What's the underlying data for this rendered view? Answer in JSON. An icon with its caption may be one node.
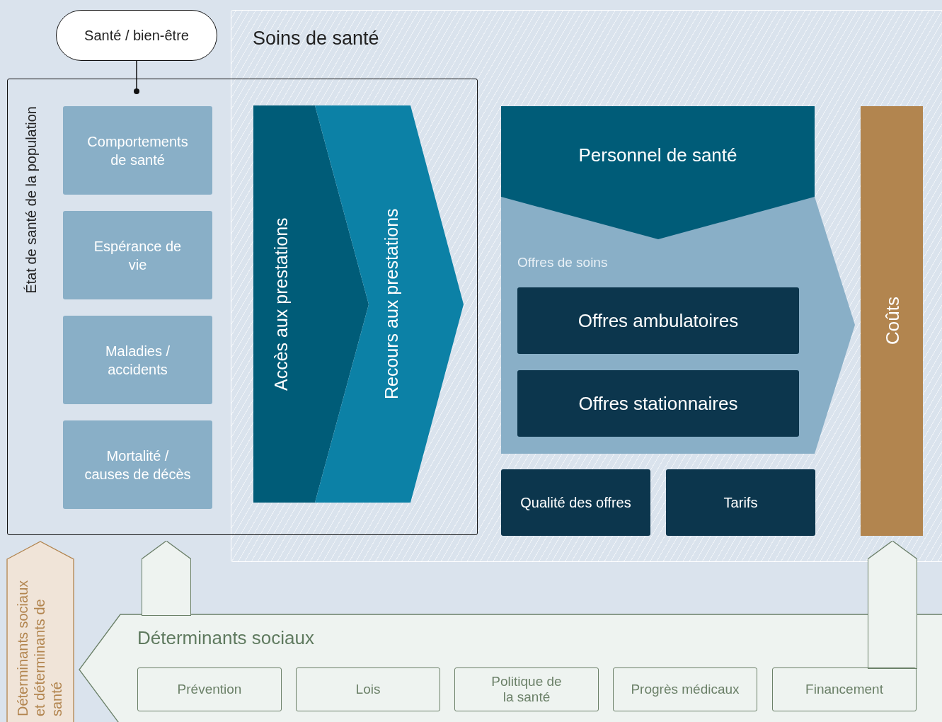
{
  "diagram": {
    "nodes": [
      {
        "text": [
          "Santé / bien-être"
        ]
      },
      {
        "text": [
          "Soins de santé"
        ]
      },
      {
        "text": [
          "État de santé de la population"
        ]
      },
      {
        "text": [
          "Comportements de santé"
        ],
        "in": 2
      },
      {
        "text": [
          "Espérance de vie"
        ],
        "in": 2
      },
      {
        "text": [
          "Maladies / accidents"
        ],
        "in": 2
      },
      {
        "text": [
          "Mortalité / causes de décès"
        ],
        "in": 2
      },
      {
        "text": [
          "Accès aux prestations"
        ]
      },
      {
        "text": [
          "Recours aux prestations"
        ]
      },
      {
        "text": [
          "Offres de soins"
        ],
        "in": 1
      },
      {
        "text": [
          "Personnel de santé"
        ],
        "in": 1
      },
      {
        "text": [
          "Offres ambulatoires"
        ],
        "in": 9
      },
      {
        "text": [
          "Offres stationnaires"
        ],
        "in": 9
      },
      {
        "text": [
          "Qualité des offres"
        ],
        "in": 1
      },
      {
        "text": [
          "Tarifs"
        ],
        "in": 1
      },
      {
        "text": [
          "Coûts"
        ],
        "in": 1
      },
      {
        "text": [
          "Déterminants sociaux et déterminants de santé"
        ]
      },
      {
        "text": [
          "Déterminants sociaux"
        ]
      },
      {
        "text": [
          "Prévention"
        ],
        "in": 17
      },
      {
        "text": [
          "Lois"
        ],
        "in": 17
      },
      {
        "text": [
          "Politique de la santé"
        ],
        "in": 17
      },
      {
        "text": [
          "Progrès médicaux"
        ],
        "in": 17
      },
      {
        "text": [
          "Financement"
        ],
        "in": 17
      }
    ],
    "edges": [
      {
        "from": 0,
        "to": 2,
        "arrow": "other",
        "color": "#111111"
      },
      {
        "from": 17,
        "to": 2,
        "arrow": "to"
      },
      {
        "from": 22,
        "to": 15,
        "arrow": "to"
      }
    ]
  }
}
